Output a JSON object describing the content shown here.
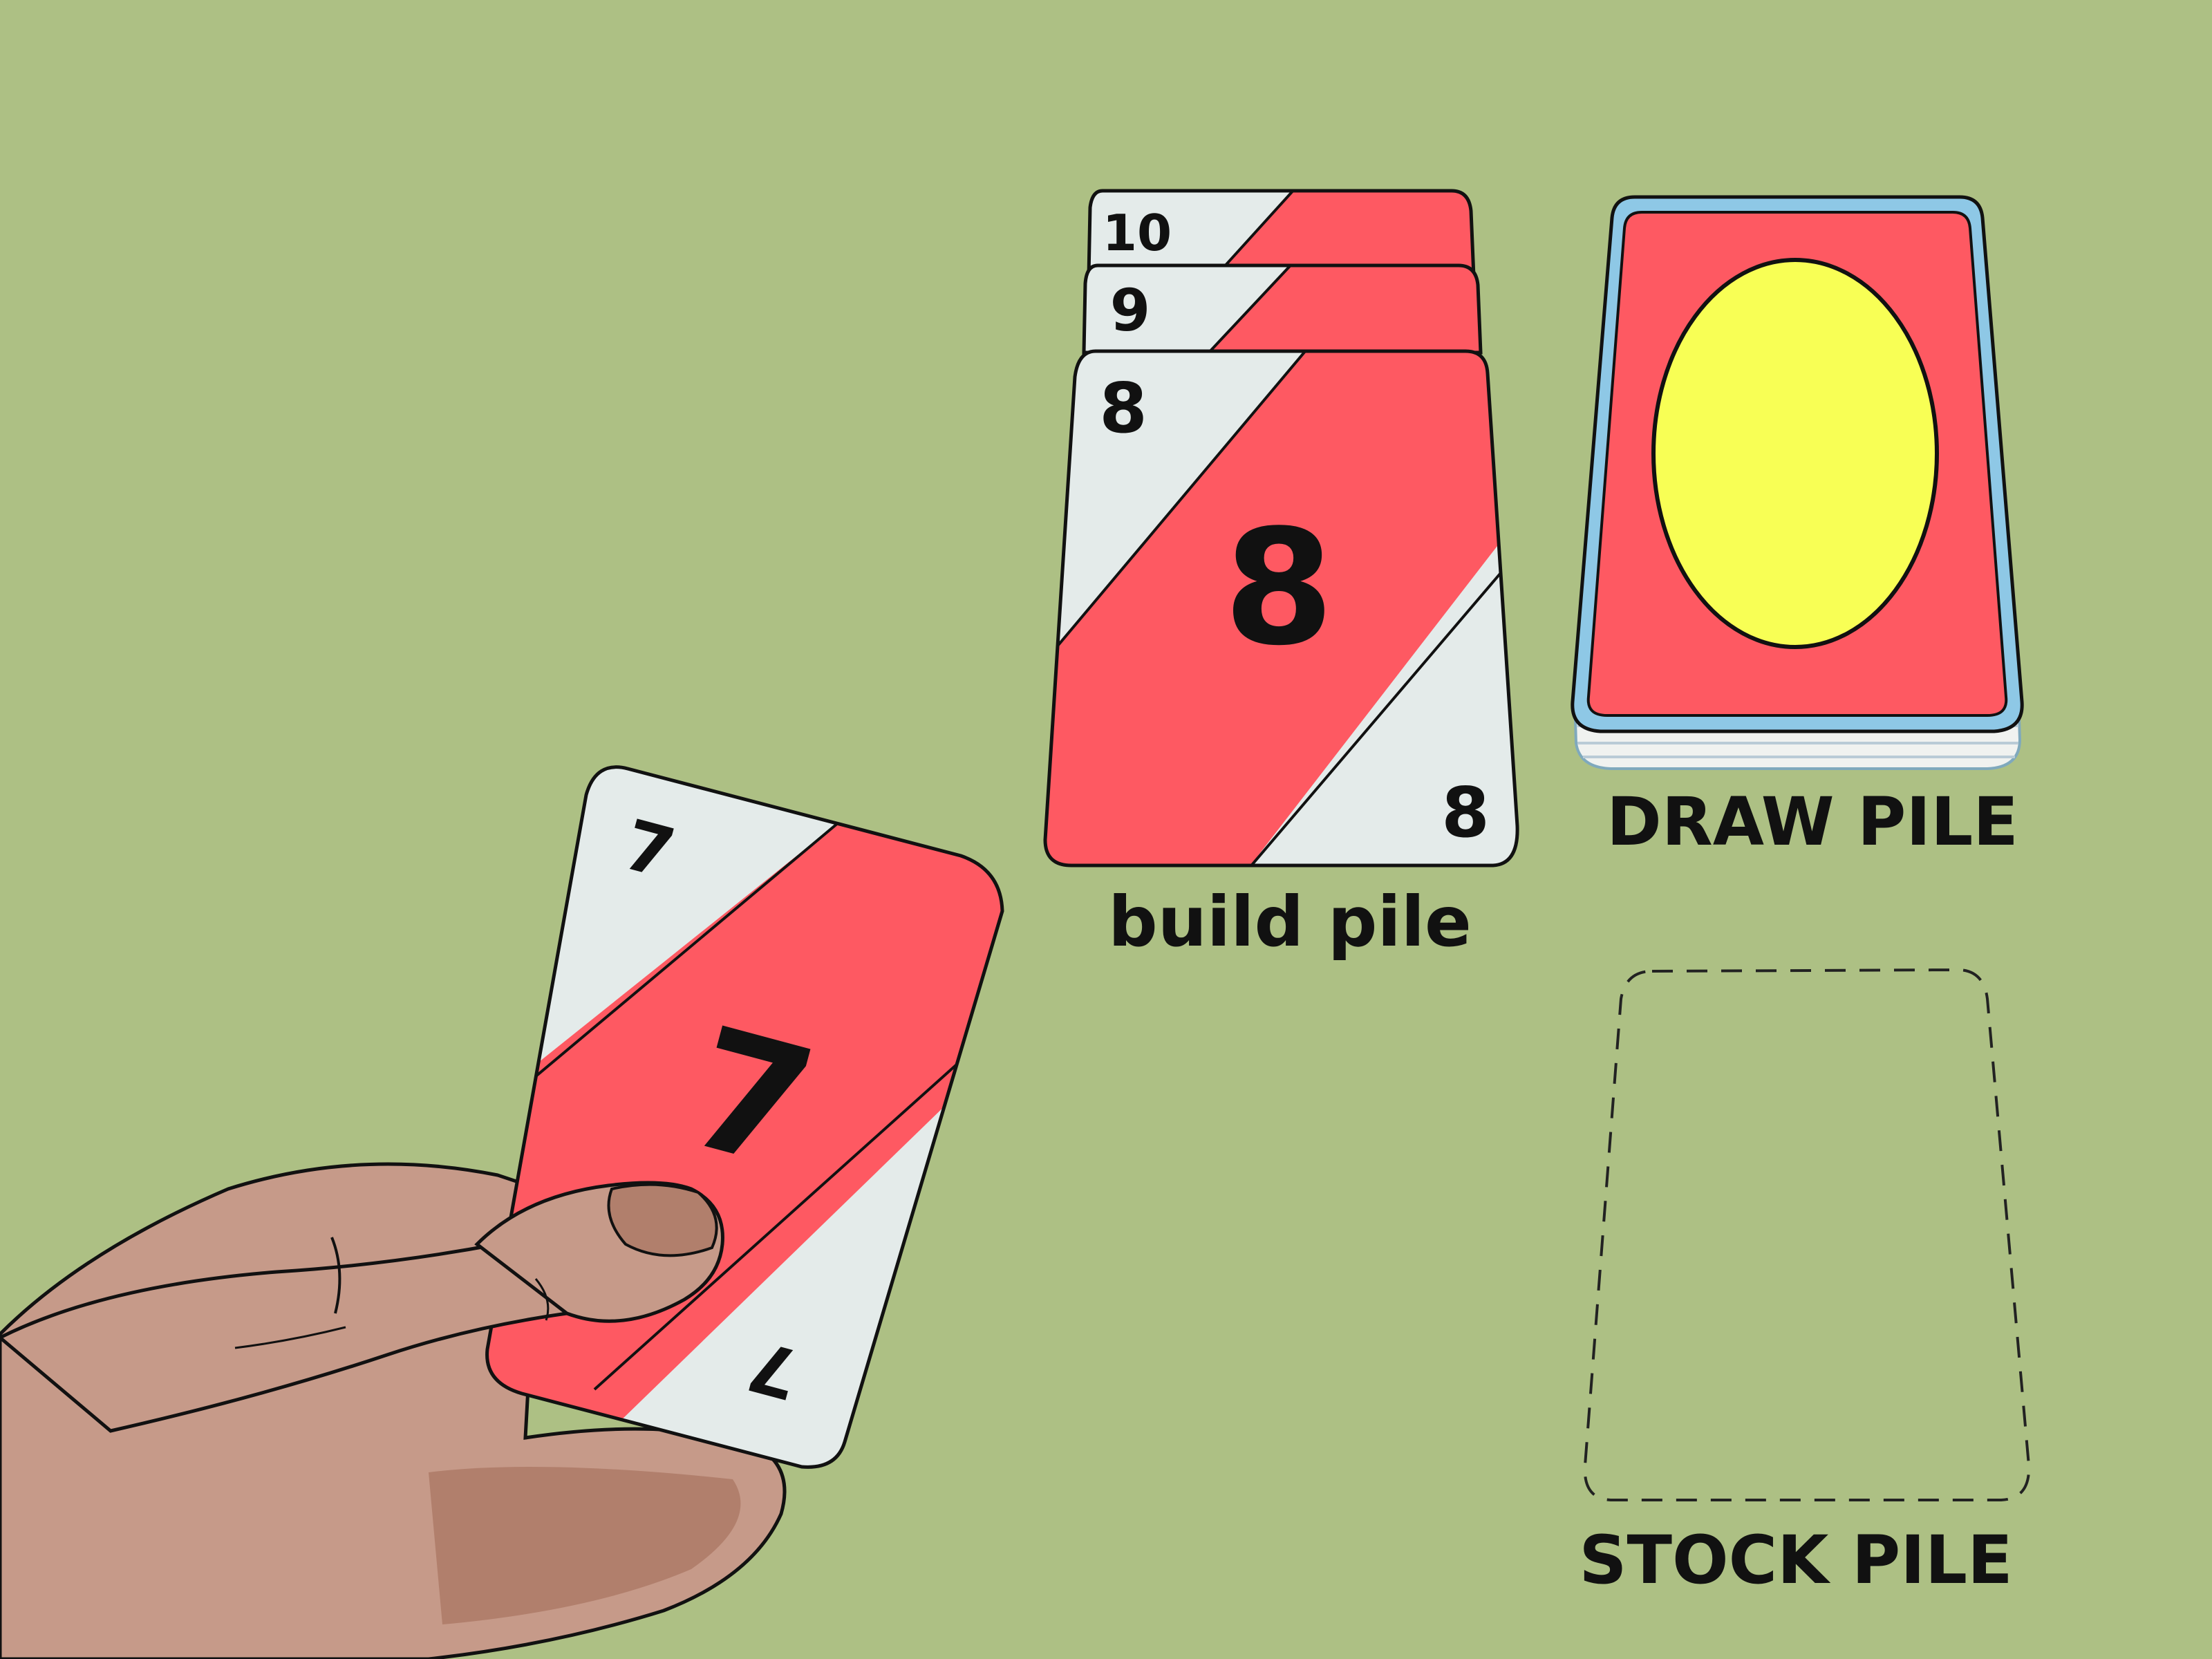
{
  "colors": {
    "background": "#adc084",
    "card_red": "#fe5962",
    "card_white": "#e4ebea",
    "card_back_border": "#8ec8e6",
    "card_back_oval": "#f8ff55",
    "hand_skin": "#c69a89",
    "hand_shadow": "#b17f6c",
    "outline": "#111111"
  },
  "build_pile": {
    "label": "build pile",
    "cards": [
      {
        "rank": "10"
      },
      {
        "rank": "9"
      },
      {
        "rank": "8",
        "corner_top": "8",
        "center": "8",
        "corner_bottom": "8"
      }
    ]
  },
  "draw_pile": {
    "label": "DRAW PILE",
    "card_back": "red card back with yellow oval"
  },
  "stock_pile": {
    "label": "STOCK PILE",
    "state": "empty"
  },
  "hand_card": {
    "corner_top": "7",
    "center": "7",
    "corner_bottom": "7"
  }
}
